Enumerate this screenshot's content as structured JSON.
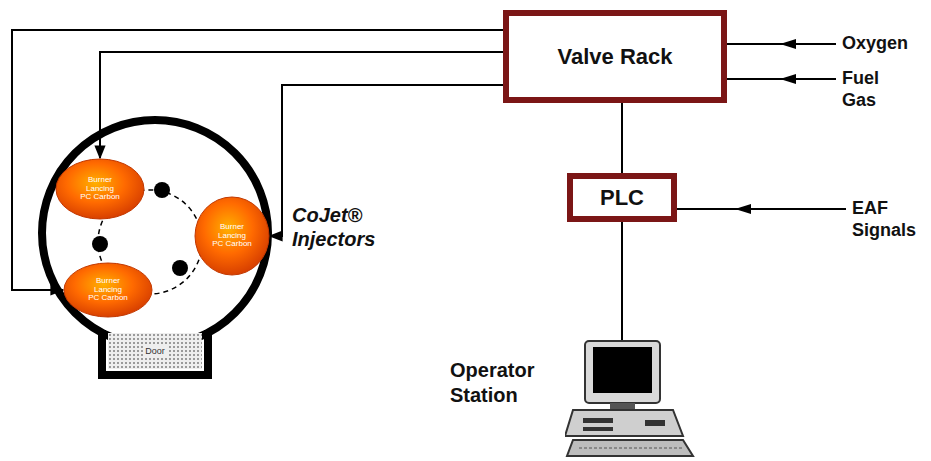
{
  "diagram": {
    "nodes": [
      {
        "text": [
          "Valve Rack"
        ]
      },
      {
        "text": [
          "PLC"
        ]
      },
      {
        "text": [
          "Operator Station"
        ]
      },
      {
        "text": [
          "Burner Lancing PC Carbon"
        ]
      },
      {
        "text": [
          "Burner Lancing PC Carbon"
        ]
      },
      {
        "text": [
          "Burner Lancing PC Carbon"
        ]
      },
      {
        "text": [
          "Door"
        ]
      }
    ],
    "edges": [
      {
        "from": 0,
        "to": 3,
        "arrow": "to"
      },
      {
        "from": 0,
        "to": 4,
        "arrow": "to"
      },
      {
        "from": 0,
        "to": 5,
        "arrow": "to"
      },
      {
        "from": 0,
        "to": 1,
        "arrow": "none"
      },
      {
        "from": 1,
        "to": 2,
        "arrow": "none"
      }
    ],
    "labels": [
      "Oxygen",
      "Fuel Gas",
      "EAF Signals",
      "CoJet® Injectors"
    ]
  }
}
